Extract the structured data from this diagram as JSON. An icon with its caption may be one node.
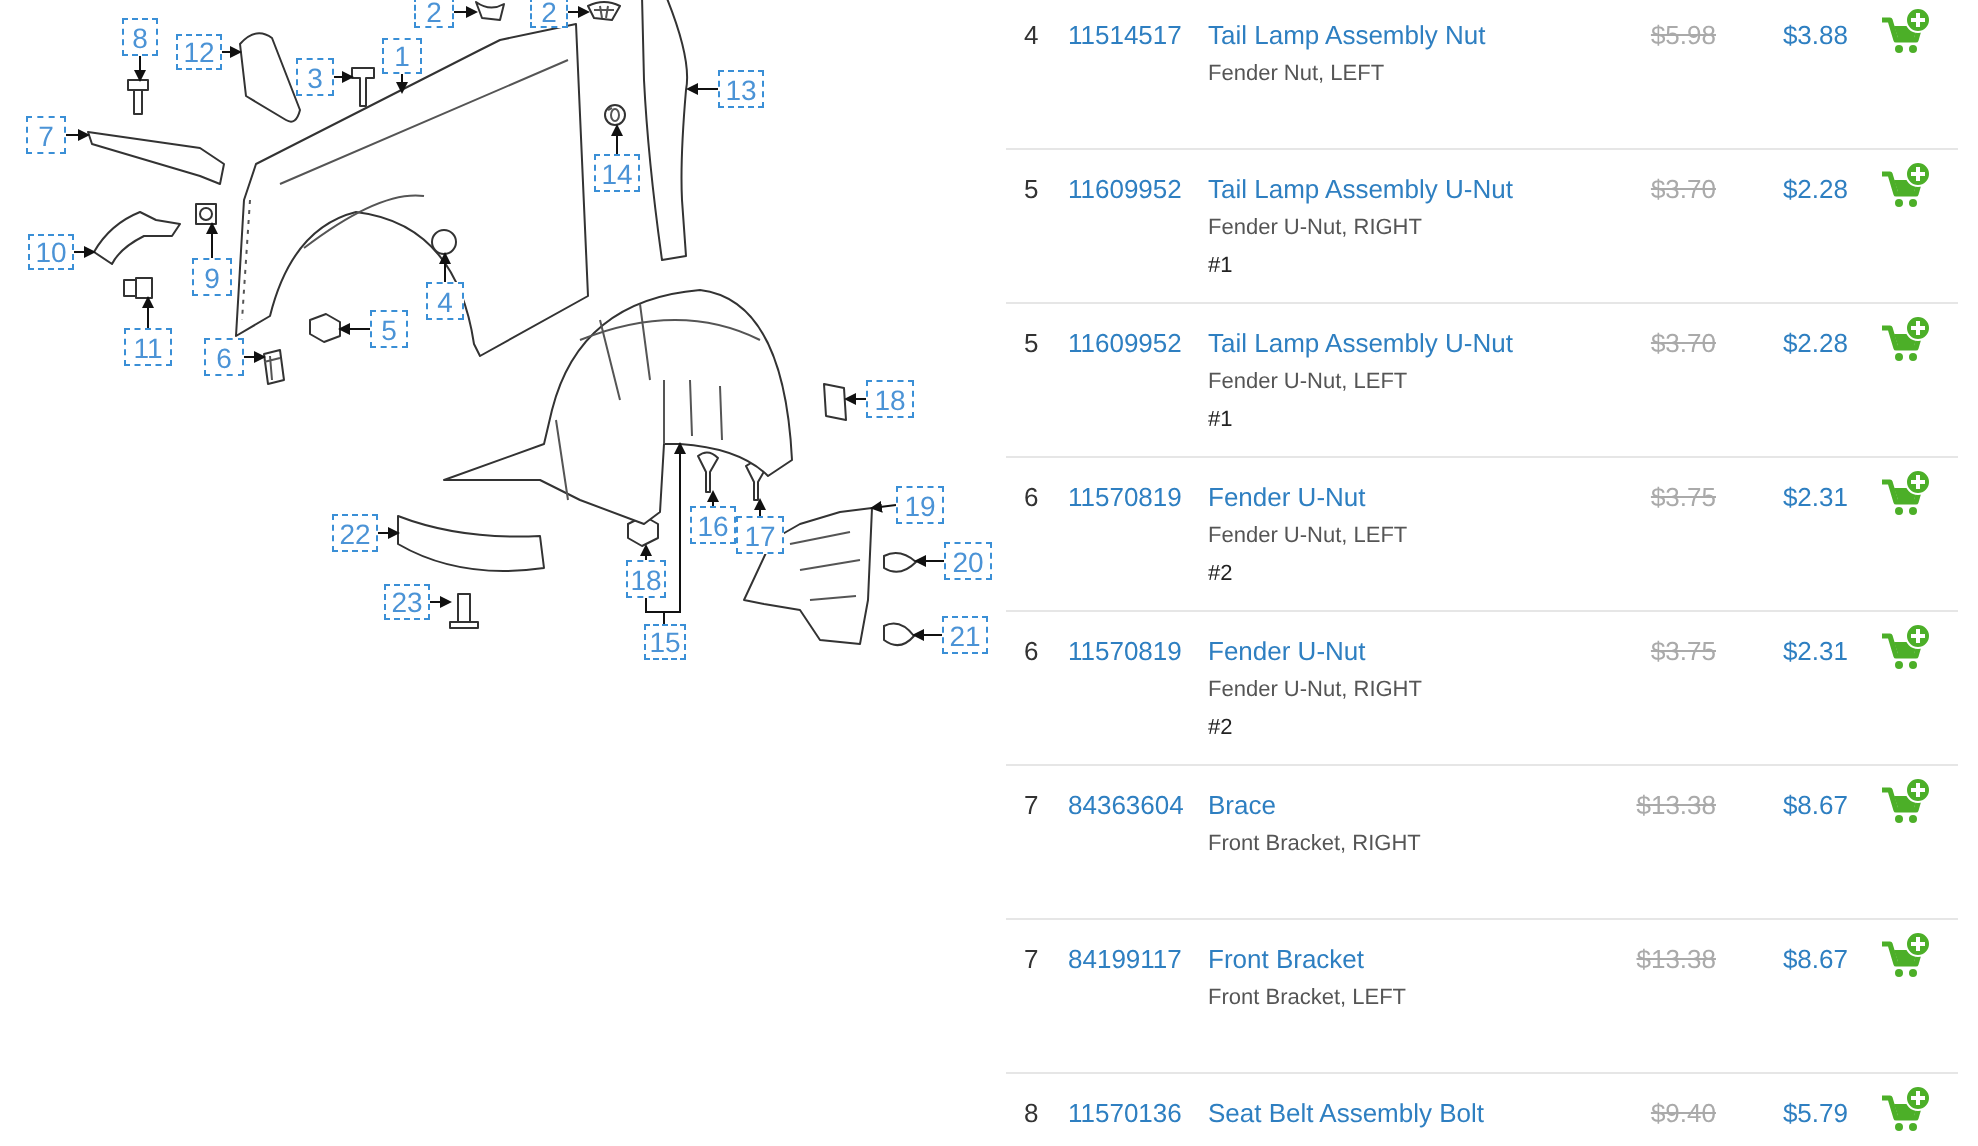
{
  "diagram": {
    "nodes": [
      {
        "text": [
          "2"
        ]
      },
      {
        "text": [
          "2"
        ]
      },
      {
        "text": [
          "8"
        ]
      },
      {
        "text": [
          "12"
        ]
      },
      {
        "text": [
          "1"
        ]
      },
      {
        "text": [
          "3"
        ]
      },
      {
        "text": [
          "13"
        ]
      },
      {
        "text": [
          "7"
        ]
      },
      {
        "text": [
          "14"
        ]
      },
      {
        "text": [
          "10"
        ]
      },
      {
        "text": [
          "9"
        ]
      },
      {
        "text": [
          "4"
        ]
      },
      {
        "text": [
          "11"
        ]
      },
      {
        "text": [
          "5"
        ]
      },
      {
        "text": [
          "6"
        ]
      },
      {
        "text": [
          "18"
        ]
      },
      {
        "text": [
          "19"
        ]
      },
      {
        "text": [
          "16"
        ]
      },
      {
        "text": [
          "17"
        ]
      },
      {
        "text": [
          "22"
        ]
      },
      {
        "text": [
          "20"
        ]
      },
      {
        "text": [
          "18"
        ]
      },
      {
        "text": [
          "23"
        ]
      },
      {
        "text": [
          "21"
        ]
      },
      {
        "text": [
          "15"
        ]
      },
      {
        "text": [],
        "shape": "picture"
      },
      {
        "text": [],
        "shape": "picture"
      },
      {
        "text": [],
        "shape": "picture"
      },
      {
        "text": [],
        "shape": "picture"
      },
      {
        "text": [],
        "shape": "picture"
      },
      {
        "text": [],
        "shape": "picture"
      },
      {
        "text": [],
        "shape": "picture"
      },
      {
        "text": [],
        "shape": "picture"
      },
      {
        "text": [],
        "shape": "picture"
      },
      {
        "text": [],
        "shape": "picture"
      },
      {
        "text": [],
        "shape": "picture"
      },
      {
        "text": [],
        "shape": "picture",
        "in": 29
      },
      {
        "text": [],
        "shape": "picture"
      },
      {
        "text": [],
        "shape": "picture"
      },
      {
        "text": [],
        "shape": "picture"
      },
      {
        "text": [],
        "shape": "picture"
      },
      {
        "text": [],
        "shape": "picture"
      },
      {
        "text": [],
        "shape": "picture"
      },
      {
        "text": [],
        "shape": "picture"
      },
      {
        "text": [],
        "shape": "picture"
      },
      {
        "text": [],
        "shape": "picture"
      },
      {
        "text": [],
        "shape": "picture"
      },
      {
        "text": [],
        "shape": "picture"
      },
      {
        "text": [],
        "shape": "picture"
      },
      {
        "text": [],
        "shape": "picture"
      }
    ],
    "edges": [
      {
        "from": 0,
        "to": 25,
        "arrow": "to"
      },
      {
        "from": 1,
        "to": 26,
        "arrow": "to"
      },
      {
        "from": 2,
        "to": 27,
        "arrow": "to"
      },
      {
        "from": 3,
        "to": 28,
        "arrow": "to"
      },
      {
        "from": 4,
        "to": 29,
        "arrow": "to"
      },
      {
        "from": 5,
        "to": 30,
        "arrow": "to"
      },
      {
        "from": 6,
        "to": 31,
        "arrow": "to"
      },
      {
        "from": 7,
        "to": 32,
        "arrow": "to"
      },
      {
        "from": 8,
        "to": 33,
        "arrow": "to"
      },
      {
        "from": 9,
        "to": 34,
        "arrow": "to"
      },
      {
        "from": 10,
        "to": 35,
        "arrow": "to"
      },
      {
        "from": 11,
        "to": 36,
        "arrow": "to"
      },
      {
        "from": 12,
        "to": 37,
        "arrow": "to"
      },
      {
        "from": 13,
        "to": 38,
        "arrow": "to"
      },
      {
        "from": 14,
        "to": 39,
        "arrow": "to"
      },
      {
        "from": 15,
        "to": 40,
        "arrow": "to"
      },
      {
        "from": 16,
        "to": 41,
        "arrow": "to"
      },
      {
        "from": 17,
        "to": 42,
        "arrow": "to"
      },
      {
        "from": 18,
        "to": 43,
        "arrow": "to"
      },
      {
        "from": 19,
        "to": 44,
        "arrow": "to"
      },
      {
        "from": 20,
        "to": 45,
        "arrow": "to"
      },
      {
        "from": 21,
        "to": 46,
        "arrow": "to"
      },
      {
        "from": 22,
        "to": 47,
        "arrow": "to"
      },
      {
        "from": 23,
        "to": 48,
        "arrow": "to"
      },
      {
        "from": 24,
        "to": 49,
        "arrow": "to"
      },
      {
        "from": 24,
        "to": 21,
        "arrow": "none"
      }
    ],
    "labels": [
      "4",
      "11514517",
      "Tail Lamp Assembly Nut",
      "Fender Nut, LEFT",
      "$5.98",
      "$3.88",
      "5",
      "11609952",
      "Tail Lamp Assembly U-Nut",
      "Fender U-Nut, RIGHT",
      "#1",
      "$3.70",
      "$2.28",
      "5",
      "11609952",
      "Tail Lamp Assembly U-Nut",
      "Fender U-Nut, LEFT",
      "#1",
      "$3.70",
      "$2.28",
      "6",
      "11570819",
      "Fender U-Nut",
      "Fender U-Nut, LEFT",
      "#2",
      "$3.75",
      "$2.31",
      "6",
      "11570819",
      "Fender U-Nut",
      "Fender U-Nut, RIGHT",
      "#2",
      "$3.75",
      "$2.31",
      "7",
      "84363604",
      "Brace",
      "Front Bracket, RIGHT",
      "$13.38",
      "$8.67",
      "7",
      "84199117",
      "Front Bracket",
      "Front Bracket, LEFT",
      "$13.38",
      "$8.67",
      "8",
      "11570136",
      "Seat Belt Assembly Bolt",
      "$9.40",
      "$5.79"
    ]
  }
}
